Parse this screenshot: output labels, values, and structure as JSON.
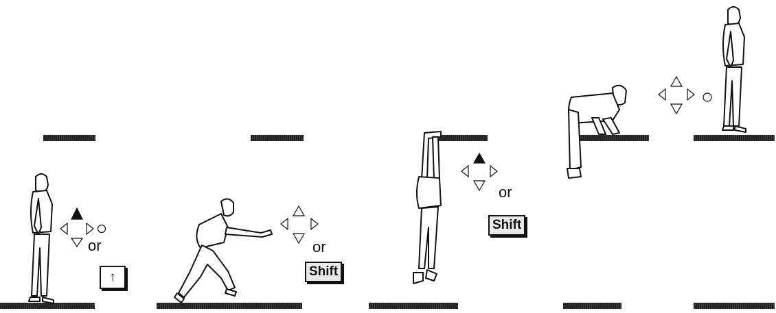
{
  "steps": [
    {
      "or_label": "or",
      "key_label": "↑",
      "up_filled": true,
      "circle_filled": false
    },
    {
      "or_label": "or",
      "key_label": "Shift",
      "up_filled": false,
      "circle_filled": true
    },
    {
      "or_label": "or",
      "key_label": "Shift",
      "up_filled": true,
      "circle_filled": true
    },
    {
      "up_filled": false,
      "circle_filled": false
    }
  ],
  "colors": {
    "ink": "#111111",
    "ledge": "#2a2a2a",
    "background": "#ffffff"
  }
}
